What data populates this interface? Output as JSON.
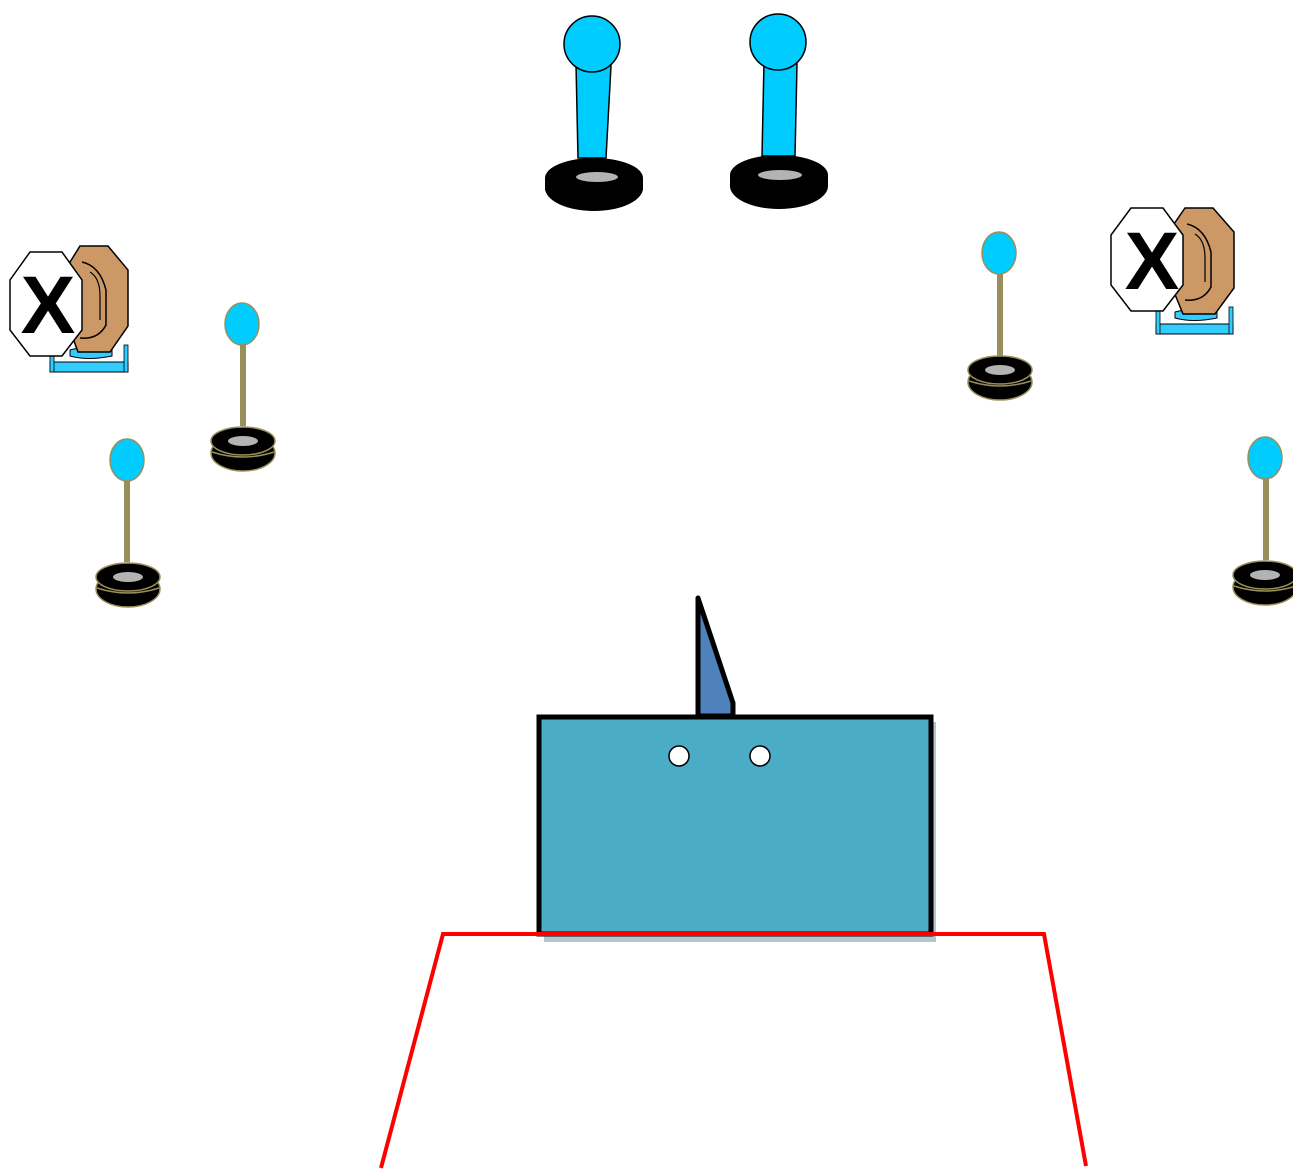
{
  "colors": {
    "background": "#ffffff",
    "large_joystick_ball": "#00ccff",
    "small_joystick_ball": "#00ccff",
    "stem": "#998f5a",
    "puck_base": "#000000",
    "puck_top": "#b3b3b3",
    "robot_body": "#4bacc6",
    "robot_flag": "#4f81bd",
    "robot_eyes": "#ffffff",
    "boundary_line": "#ff0000",
    "stop_sign_fill": "#ffffff",
    "stop_sign_mark": "#000000",
    "hand": "#cc9966",
    "stand": "#33ccff"
  },
  "scene": {
    "large_joysticks": [
      {
        "name": "large-joystick-left"
      },
      {
        "name": "large-joystick-right"
      }
    ],
    "small_joysticks": [
      {
        "name": "small-joystick-left-upper"
      },
      {
        "name": "small-joystick-left-lower"
      },
      {
        "name": "small-joystick-right-upper"
      },
      {
        "name": "small-joystick-right-lower"
      }
    ],
    "stop_signs": [
      {
        "name": "stop-sign-left",
        "mark": "X"
      },
      {
        "name": "stop-sign-right",
        "mark": "X"
      }
    ],
    "robot": {
      "name": "robot"
    },
    "boundary": {
      "name": "boundary-line"
    }
  }
}
